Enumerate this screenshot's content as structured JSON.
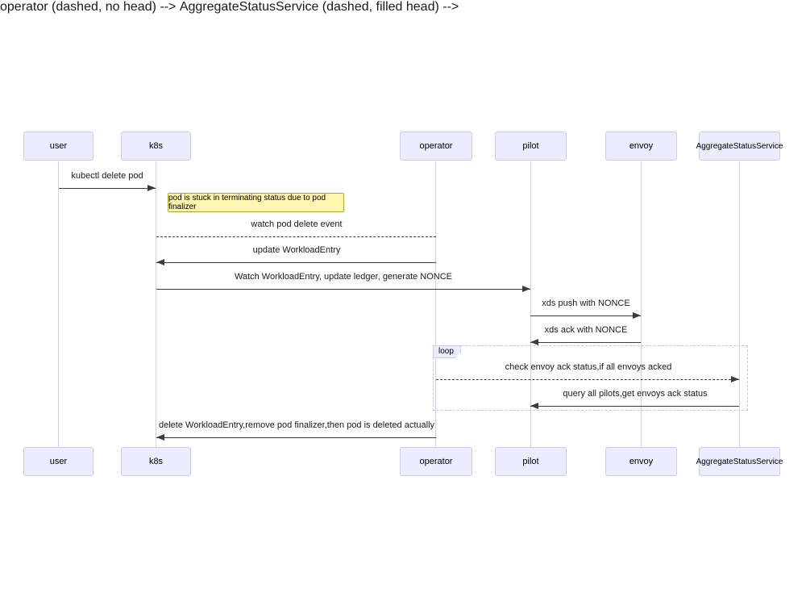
{
  "diagram": {
    "type": "sequence-diagram",
    "actors": [
      {
        "label": "user"
      },
      {
        "label": "k8s"
      },
      {
        "label": "operator"
      },
      {
        "label": "pilot"
      },
      {
        "label": "envoy"
      },
      {
        "label": "AggregateStatusService"
      }
    ],
    "messages": [
      {
        "text": "kubectl delete pod",
        "from": "user",
        "to": "k8s",
        "line": "solid",
        "arrow": "filled"
      },
      {
        "text": "watch pod delete event",
        "from": "k8s",
        "to": "operator",
        "line": "dashed",
        "arrow": "none"
      },
      {
        "text": "update WorkloadEntry",
        "from": "operator",
        "to": "k8s",
        "line": "solid",
        "arrow": "filled"
      },
      {
        "text": "Watch WorkloadEntry, update ledger, generate NONCE",
        "from": "k8s",
        "to": "pilot",
        "line": "solid",
        "arrow": "filled"
      },
      {
        "text": "xds push with NONCE",
        "from": "pilot",
        "to": "envoy",
        "line": "solid",
        "arrow": "filled"
      },
      {
        "text": "xds ack with NONCE",
        "from": "envoy",
        "to": "pilot",
        "line": "solid",
        "arrow": "filled"
      },
      {
        "text": "check envoy ack status,if all envoys acked",
        "from": "operator",
        "to": "AggregateStatusService",
        "line": "dashed",
        "arrow": "filled"
      },
      {
        "text": "query all pilots,get envoys ack status",
        "from": "AggregateStatusService",
        "to": "pilot",
        "line": "solid",
        "arrow": "filled"
      },
      {
        "text": "delete WorkloadEntry,remove pod finalizer,then pod is deleted actually",
        "from": "operator",
        "to": "k8s",
        "line": "solid",
        "arrow": "filled"
      }
    ],
    "note": {
      "text": "pod is stuck in terminating status due to pod finalizer",
      "over": "k8s"
    },
    "loop": {
      "label": "loop"
    },
    "colors": {
      "actor_fill": "#ECECFF",
      "actor_border": "#CCCCE8",
      "note_fill": "#FFF5AD",
      "note_border": "#AAAA33",
      "line": "#3C3C3C",
      "lifeline": "#D0D0E6",
      "loop_border": "#C4C4DE"
    }
  }
}
